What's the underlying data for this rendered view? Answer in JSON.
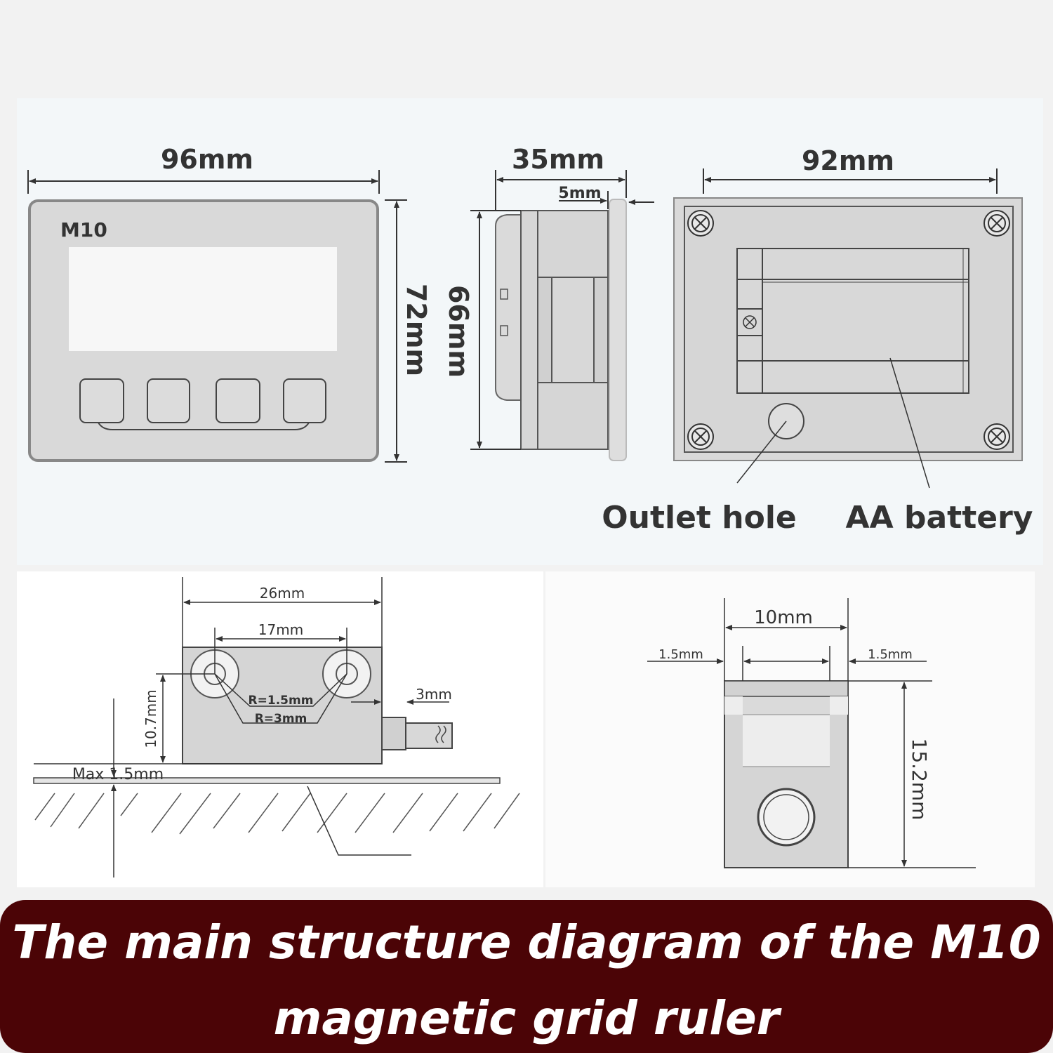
{
  "front_view": {
    "model_label": "M10",
    "width_dim": "96mm",
    "height_dim": "72mm"
  },
  "side_view": {
    "depth_dim": "35mm",
    "flange_dim": "5mm",
    "height_dim": "66mm"
  },
  "rear_view": {
    "width_dim": "92mm",
    "outlet_label": "Outlet hole",
    "battery_label": "AA battery"
  },
  "sensor_side_view": {
    "width_dim": "26mm",
    "hole_spacing_dim": "17mm",
    "height_dim": "10.7mm",
    "inner_radius": "R=1.5mm",
    "outer_radius": "R=3mm",
    "cable_offset_dim": "3mm",
    "gap_dim": "Max 1.5mm"
  },
  "sensor_end_view": {
    "width_dim": "10mm",
    "left_wall_dim": "1.5mm",
    "right_wall_dim": "1.5mm",
    "height_dim": "15.2mm"
  },
  "caption": {
    "line1": "The main structure diagram of the M10",
    "line2": "magnetic grid ruler"
  },
  "colors": {
    "banner_bg": "#4b0406",
    "line": "#333333",
    "device_fill": "#d6d6d6"
  }
}
